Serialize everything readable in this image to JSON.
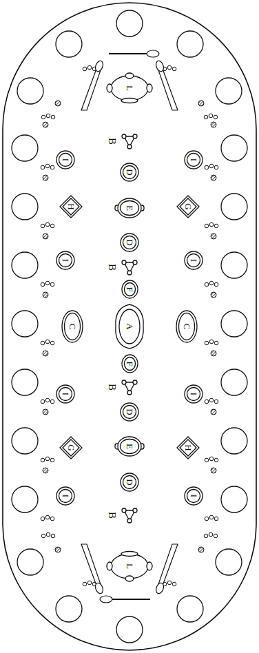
{
  "diagram": {
    "nodes": [
      {
        "text": [
          "L"
        ]
      },
      {
        "text": [
          "I"
        ]
      },
      {
        "text": [
          "I"
        ]
      },
      {
        "text": [
          "D"
        ]
      },
      {
        "text": [
          "H"
        ]
      },
      {
        "text": [
          "E"
        ]
      },
      {
        "text": [
          "G"
        ]
      },
      {
        "text": [
          "D"
        ]
      },
      {
        "text": [
          "I"
        ]
      },
      {
        "text": [
          "I"
        ]
      },
      {
        "text": [
          "F"
        ]
      },
      {
        "text": [
          "C"
        ]
      },
      {
        "text": [
          "A"
        ]
      },
      {
        "text": [
          "C"
        ]
      },
      {
        "text": [
          "F"
        ]
      },
      {
        "text": [
          "I"
        ]
      },
      {
        "text": [
          "I"
        ]
      },
      {
        "text": [
          "D"
        ]
      },
      {
        "text": [
          "G"
        ]
      },
      {
        "text": [
          "E"
        ]
      },
      {
        "text": [
          "H"
        ]
      },
      {
        "text": [
          "D"
        ]
      },
      {
        "text": [
          "I"
        ]
      },
      {
        "text": [
          "I"
        ]
      },
      {
        "text": [
          "L"
        ]
      }
    ],
    "labels": [
      "B",
      "B",
      "B",
      "B"
    ]
  }
}
